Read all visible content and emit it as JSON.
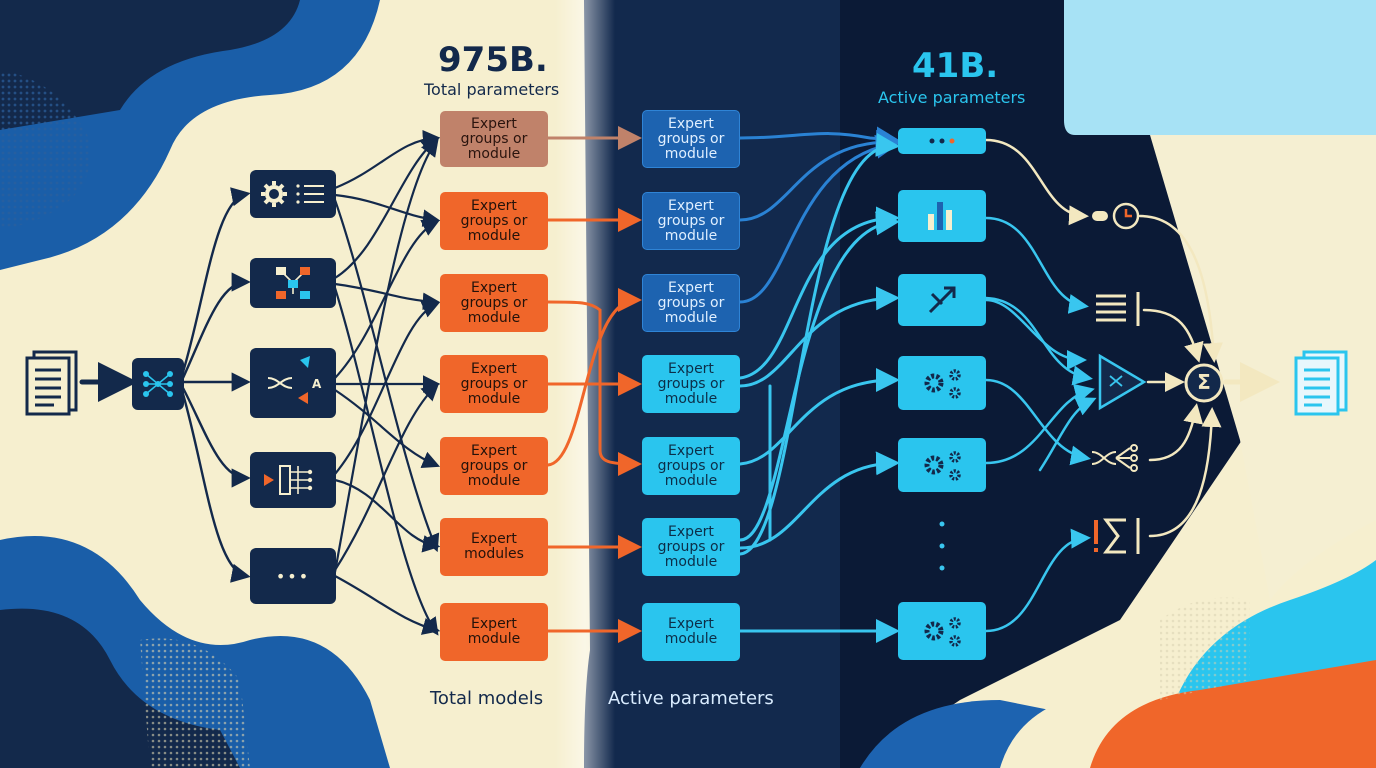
{
  "header_left": {
    "value": "975B.",
    "label": "Total parameters"
  },
  "header_right": {
    "value": "41B.",
    "label": "Active parameters"
  },
  "footer": {
    "left": "Total models",
    "right": "Active parameters"
  },
  "column_total": [
    "Expert\ngroups or\nmodule",
    "Expert\ngroups or\nmodule",
    "Expert\ngroups or\nmodule",
    "Expert\ngroups or\nmodule",
    "Expert\ngroups or\nmodule",
    "Expert\nmodules",
    "Expert\nmodule"
  ],
  "column_active": [
    "Expert\ngroups or\nmodule",
    "Expert\ngroups or\nmodule",
    "Expert\ngroups or\nmodule",
    "Expert\ngroups or\nmodule",
    "Expert\ngroups or\nmodule",
    "Expert\ngroups or\nmodule",
    "Expert\nmodule"
  ],
  "router_ellipsis": "•••",
  "sum_symbol": "Σ",
  "colors": {
    "navy": "#13294b",
    "orange": "#f0662a",
    "blue": "#1d63b0",
    "cyan": "#2ac5ee",
    "cream": "#f6efcf"
  },
  "icons": [
    "document-icon",
    "router-icon",
    "gear-list-icon",
    "flowchart-icon",
    "shuffle-icon",
    "tree-icon",
    "bar-chart-icon",
    "gears-icon",
    "clock-icon",
    "lines-icon",
    "funnel-icon",
    "sigma-icon"
  ]
}
